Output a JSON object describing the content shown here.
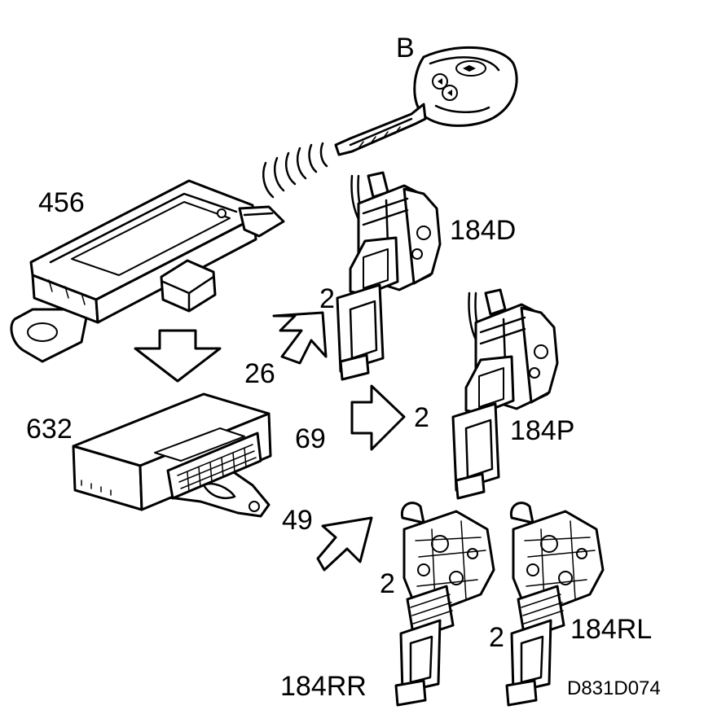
{
  "labels": {
    "key": "B",
    "module_456": "456",
    "module_632": "632",
    "arrow_26": "26",
    "arrow_69": "69",
    "arrow_49": "49",
    "pin_184d": "2",
    "pin_184p": "2",
    "pin_184rr": "2",
    "pin_184rl": "2",
    "lock_184d": "184D",
    "lock_184p": "184P",
    "lock_184rr": "184RR",
    "lock_184rl": "184RL",
    "drawing_code": "D831D074"
  }
}
